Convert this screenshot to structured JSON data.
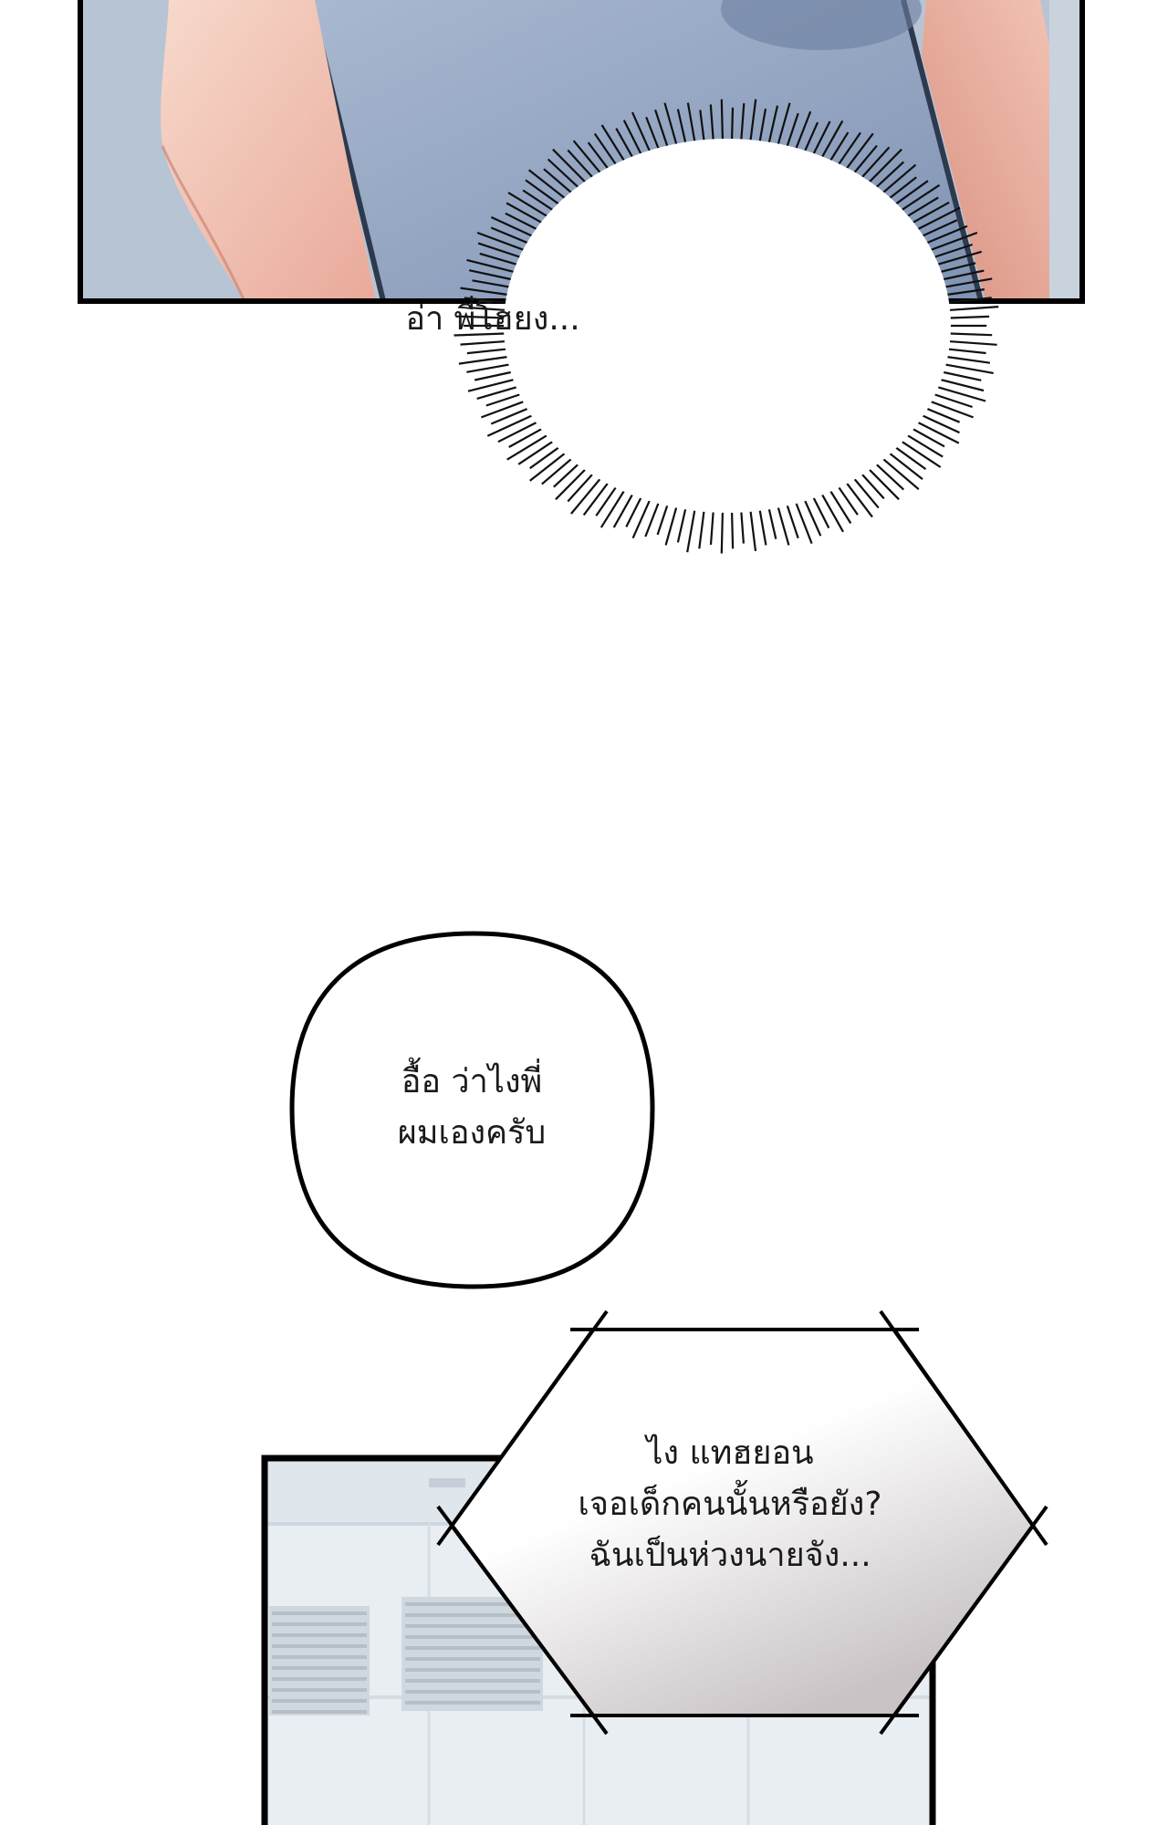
{
  "panels": {
    "top": {
      "bubble_text": "อ่า พี่โฮยง..."
    },
    "middle": {
      "bubble_lines": [
        "อื้อ ว่าไงพี่",
        "ผมเองครับ"
      ]
    },
    "bottom": {
      "bubble_lines": [
        "ไง แทฮยอน",
        "เจอเด็กคนนั้นหรือยัง?",
        "ฉันเป็นห่วงนายจัง..."
      ]
    }
  },
  "colors": {
    "panel_border": "#000000",
    "wall_blue": "#8fa3c0",
    "skin": "#f3c9b6",
    "office_bg": "#e9eef2"
  }
}
